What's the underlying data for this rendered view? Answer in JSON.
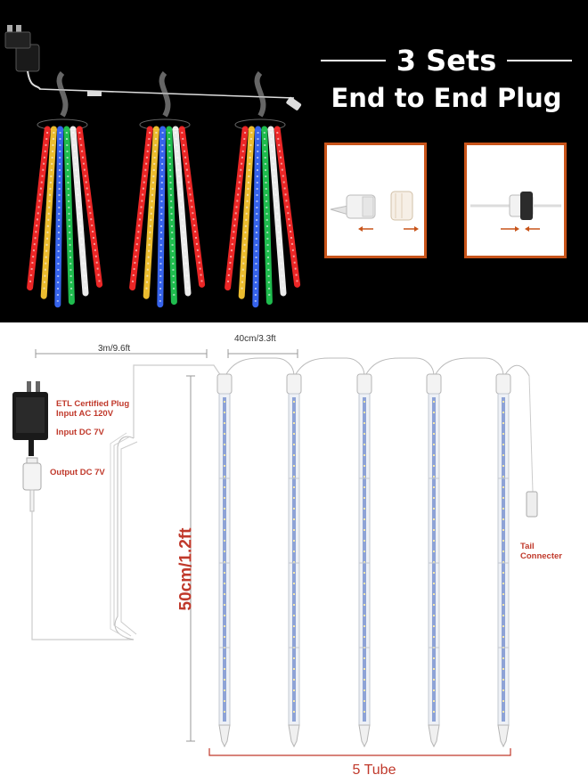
{
  "hero": {
    "headline_sets": "3 Sets",
    "headline_plug": "End to End Plug"
  },
  "colors": {
    "accent": "#c0392b",
    "frame": "#c8541a",
    "background_dark": "#000000",
    "tube_colors": [
      "#ff2a2a",
      "#ffcc33",
      "#3b6cff",
      "#22cc55",
      "#ffffff"
    ]
  },
  "diagram": {
    "cable_length": "3m/9.6ft",
    "spacing": "40cm/3.3ft",
    "plug_cert": "ETL Certified Plug",
    "input_ac": "Input AC 120V",
    "input_dc": "Input DC 7V",
    "output_dc": "Output DC 7V",
    "tube_height": "50cm/1.2ft",
    "tail_connector_line1": "Tail",
    "tail_connector_line2": "Connecter",
    "tube_count": "5 Tube"
  },
  "icons": [
    "power-adapter-icon",
    "plug-connector-icon",
    "arrow-icon"
  ]
}
